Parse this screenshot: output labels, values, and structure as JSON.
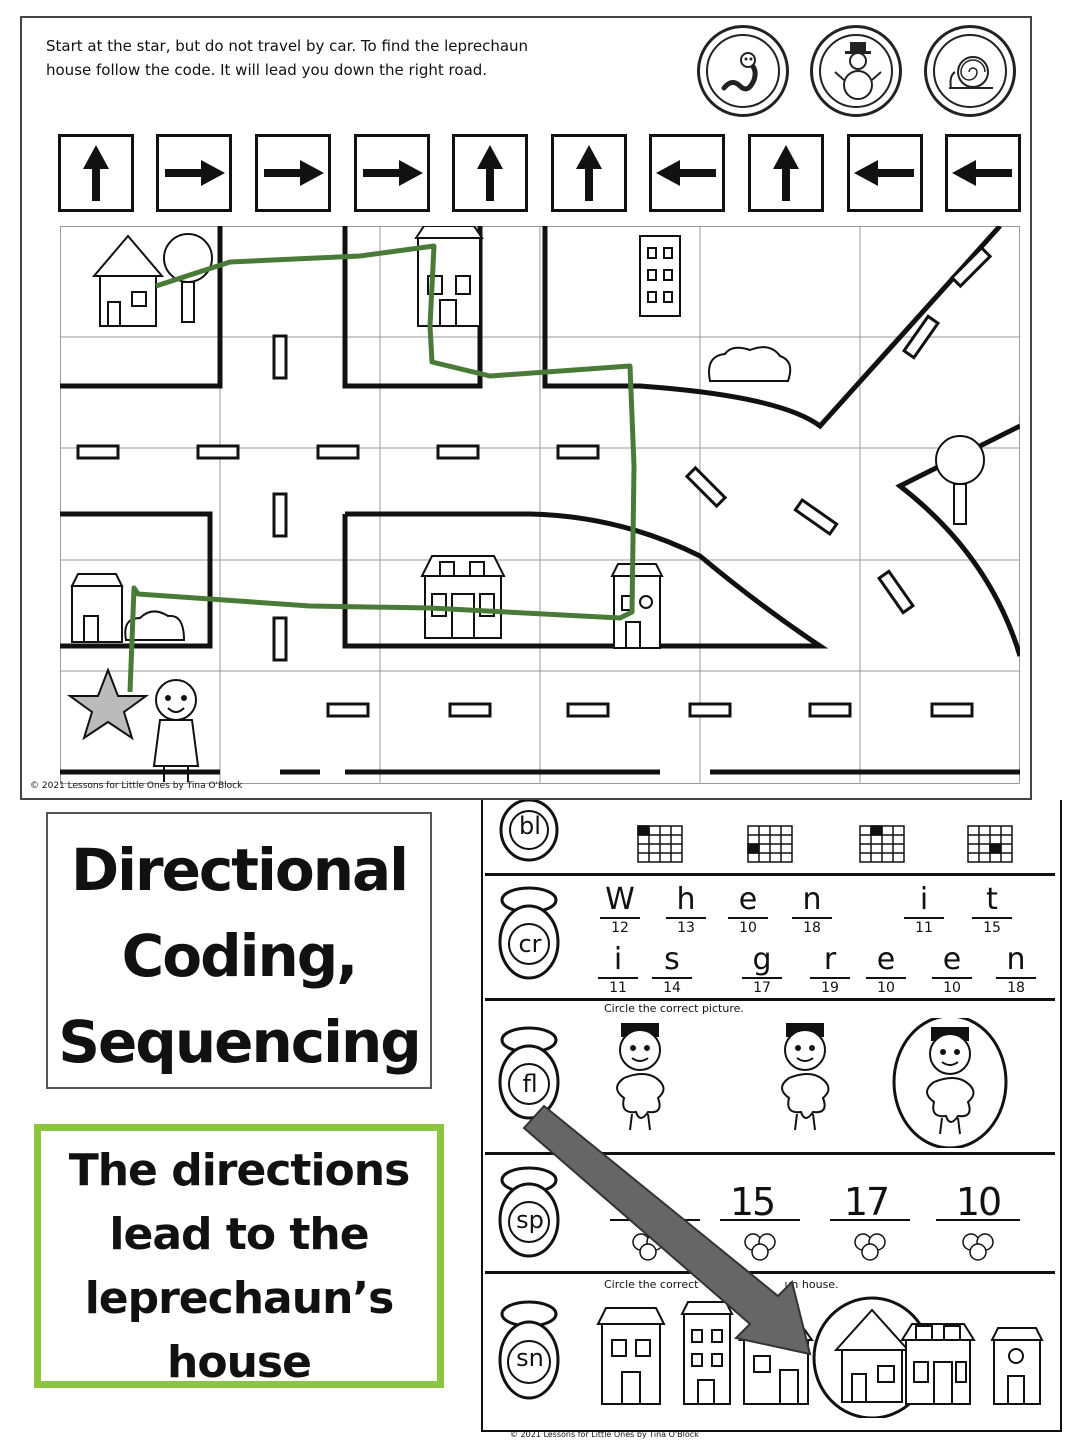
{
  "worksheet_top": {
    "instructions_line1": "Start at the star, but do not travel by car. To find the leprechaun",
    "instructions_line2": "house follow the code. It will lead you down the right road.",
    "code_sequence": [
      "up",
      "right",
      "right",
      "right",
      "up",
      "up",
      "left",
      "up",
      "left",
      "left"
    ],
    "coins": [
      "worm",
      "snowman",
      "snail"
    ],
    "copyright": "© 2021 Lessons for Little Ones by Tina O'Block",
    "path_color": "#4a7a38"
  },
  "title_box": {
    "line1": "Directional",
    "line2": "Coding,",
    "line3": "Sequencing"
  },
  "callout": {
    "line1": "The directions",
    "line2": "lead to the",
    "line3": "leprechaun’s",
    "line4": "house",
    "border_color": "#8cc63f"
  },
  "worksheet_right": {
    "row1": {
      "blend": "bl"
    },
    "row2": {
      "blend": "cr",
      "line1_letters": [
        "W",
        "h",
        "e",
        "n",
        "",
        "i",
        "t"
      ],
      "line1_numbers": [
        "12",
        "13",
        "10",
        "18",
        "",
        "11",
        "15"
      ],
      "line2_letters": [
        "i",
        "s",
        "g",
        "r",
        "e",
        "e",
        "n"
      ],
      "line2_numbers": [
        "11",
        "14",
        "17",
        "19",
        "10",
        "10",
        "18"
      ]
    },
    "row3": {
      "blend": "fl",
      "instruction": "Circle the correct picture."
    },
    "row4": {
      "blend": "sp",
      "numbers": [
        "15",
        "17",
        "10"
      ]
    },
    "row5": {
      "blend": "sn",
      "instruction": "Circle the correct",
      "instruction_tail": "un house."
    },
    "copyright": "© 2021 Lessons for Little Ones by Tina O'Block"
  }
}
